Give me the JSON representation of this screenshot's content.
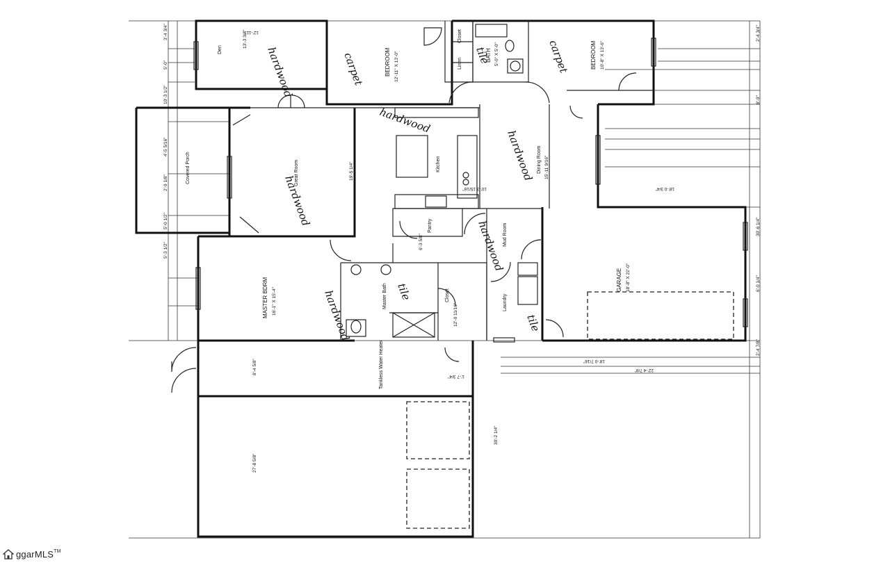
{
  "rooms": {
    "den": "Den",
    "bedroom1": "BEDROOM",
    "bedroom1_size": "12'-11\" X 13'-0\"",
    "bedroom2": "BEDROOM",
    "bedroom2_size": "10'-8\" X 13'-6\"",
    "closet_top": "Closet",
    "linen": "Linen",
    "hall_bath": "BATH",
    "hall_bath_size": "5'-0\" X 5'-0\"",
    "covered_porch": "Covered Porch",
    "great_room": "Great Room",
    "kitchen": "Kitchen",
    "dining_room": "Dining Room",
    "dining_room_size": "15'-11 9/16\"",
    "pantry": "Pantry",
    "mud_room": "Mud Room",
    "master_bdrm": "MASTER BDRM",
    "master_bdrm_size": "16'-1\" X 15'-4\"",
    "master_bath": "Master Bath",
    "closet_master": "Closet",
    "laundry": "Laundry",
    "garage": "GARAGE",
    "garage_size": "18'-8\" X 22'-0\"",
    "water_heater": "Tankless Water Heater"
  },
  "handwritten": {
    "den": "hardwood",
    "bedroom1": "carpet",
    "bedroom2": "carpet",
    "hall_bath": "tile",
    "great_room": "hardwood",
    "kitchen": "hardwood",
    "dining": "hardwood",
    "mud_room": "hardwood",
    "master_bath": "tile",
    "master_bdrm": "hardwood",
    "laundry": "tile"
  },
  "dimensions": {
    "d1": "12'-11\"",
    "d2": "13'-3 3/8\"",
    "d3": "19'-5 1/4\"",
    "d4": "10'-3 1/2\"",
    "d5": "5'-0\"",
    "d6": "10'-3 15/16\"",
    "d7": "4'-5 5/16\"",
    "d8": "2'-9 1/8\"",
    "d9": "5'-0 1/2\"",
    "d10": "5'-3 1/2\"",
    "d11": "6'-3 5/8\"",
    "d12": "12'-0 11/16\"",
    "d13": "8'-4 5/8\"",
    "d14": "1'-7 3/4\"",
    "d15": "27'-8 5/8\"",
    "d16": "30'-2 1/4\"",
    "d17": "18'-0 7/16\"",
    "d18": "22'-4 7/8\"",
    "d19": "18'-0 3/4\"",
    "d20": "2'-4 3/4\"",
    "d21": "3'-4 3/4\"",
    "d22": "2'-4 7/8\"",
    "d23": "6'-0 1/4\"",
    "d24": "30'-6 1/4\"",
    "d25": "8'-9\""
  },
  "footer": {
    "logo_text": "ggarMLS",
    "logo_tm": "TM"
  }
}
